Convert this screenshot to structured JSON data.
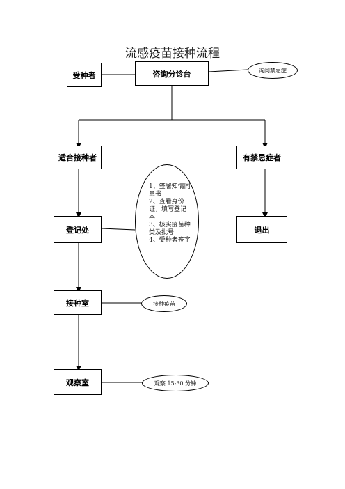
{
  "title": "流感疫苗接种流程",
  "nodes": {
    "recipient": "受种者",
    "consult": "咨询分诊台",
    "suitable": "适合接种者",
    "contra": "有禁忌症者",
    "register": "登记处",
    "exit": "退出",
    "vaccination": "接种室",
    "observation": "观察室"
  },
  "notes": {
    "ask": "询问禁忌症",
    "register_steps": [
      "1、签署知情同",
      "意书",
      "2、查看身份",
      "证，填写登记",
      "本",
      "3、核实疫苗种",
      "类及批号",
      "4、受种者签字"
    ],
    "vaccinate": "接种疫苗",
    "observe": "观察 15-30 分钟"
  }
}
